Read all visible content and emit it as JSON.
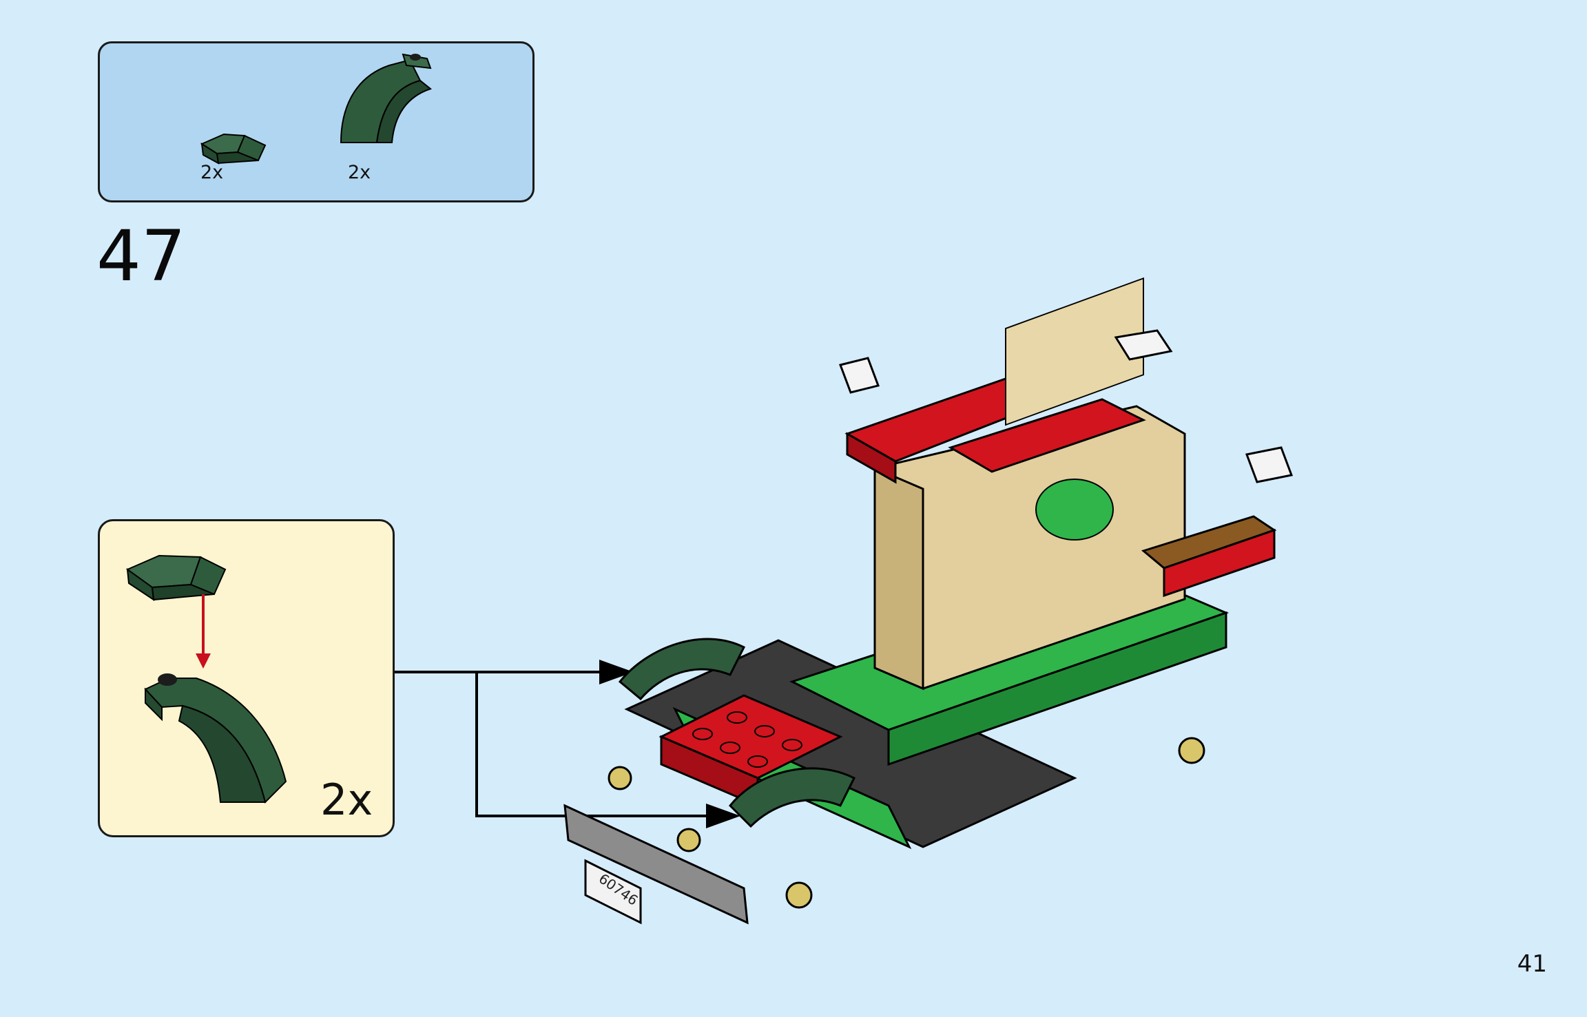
{
  "step": {
    "number": "47"
  },
  "parts_list": {
    "items": [
      {
        "part": "dark-green-curved-slope-1x2",
        "quantity": "2x"
      },
      {
        "part": "dark-green-arch-curved-1x1x3",
        "quantity": "2x"
      }
    ]
  },
  "sub_assembly": {
    "multiplier": "2x"
  },
  "page": {
    "number": "41"
  },
  "model": {
    "plate_text": "60746"
  },
  "colors": {
    "background": "#d5ecfb",
    "parts_box": "#b1d6f1",
    "sub_box": "#fdf5d0",
    "dark_green": "#2e5b3c",
    "bright_green": "#2fb54a",
    "red": "#d2141e",
    "tan": "#e2cf9d",
    "arrow_red": "#c8101e"
  }
}
